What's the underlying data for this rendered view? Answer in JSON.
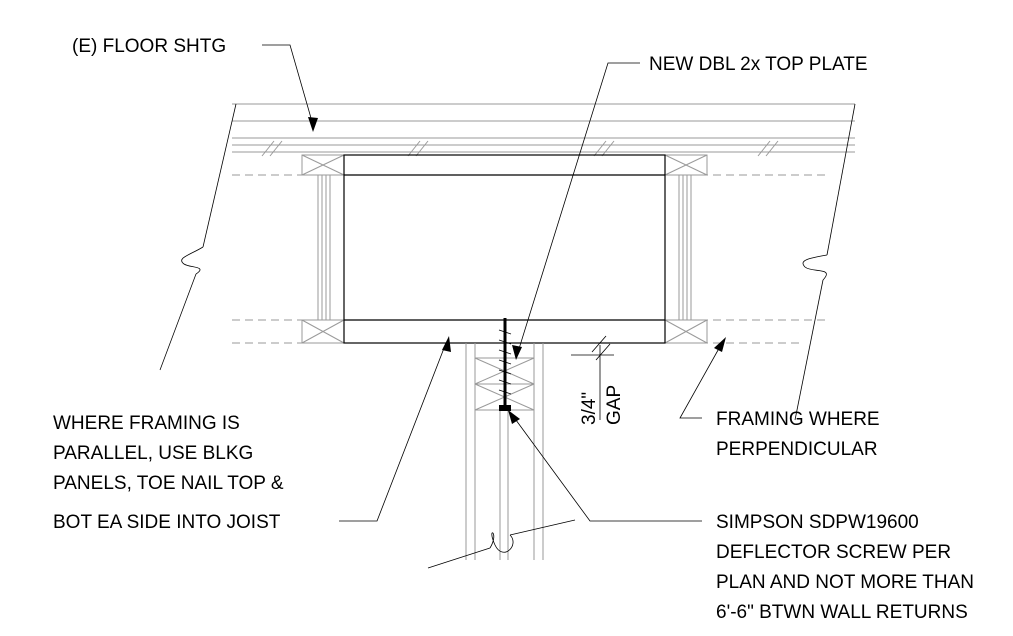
{
  "labels": {
    "floor_sheathing": "(E) FLOOR SHTG",
    "top_plate": "NEW DBL 2x TOP PLATE",
    "parallel_framing": [
      "WHERE FRAMING IS",
      "PARALLEL, USE BLKG",
      "PANELS, TOE NAIL TOP &",
      "BOT EA SIDE INTO JOIST"
    ],
    "perpendicular_framing": [
      "FRAMING WHERE",
      "PERPENDICULAR"
    ],
    "gap_dimension": "3/4\"",
    "gap_label": "GAP",
    "deflector_screw": [
      "SIMPSON SDPW19600",
      "DEFLECTOR SCREW PER",
      "PLAN AND NOT MORE THAN",
      "6'-6\" BTWN WALL RETURNS"
    ]
  },
  "colors": {
    "ink": "#000000",
    "hidden_line": "#9a9a9a",
    "background": "#ffffff"
  }
}
